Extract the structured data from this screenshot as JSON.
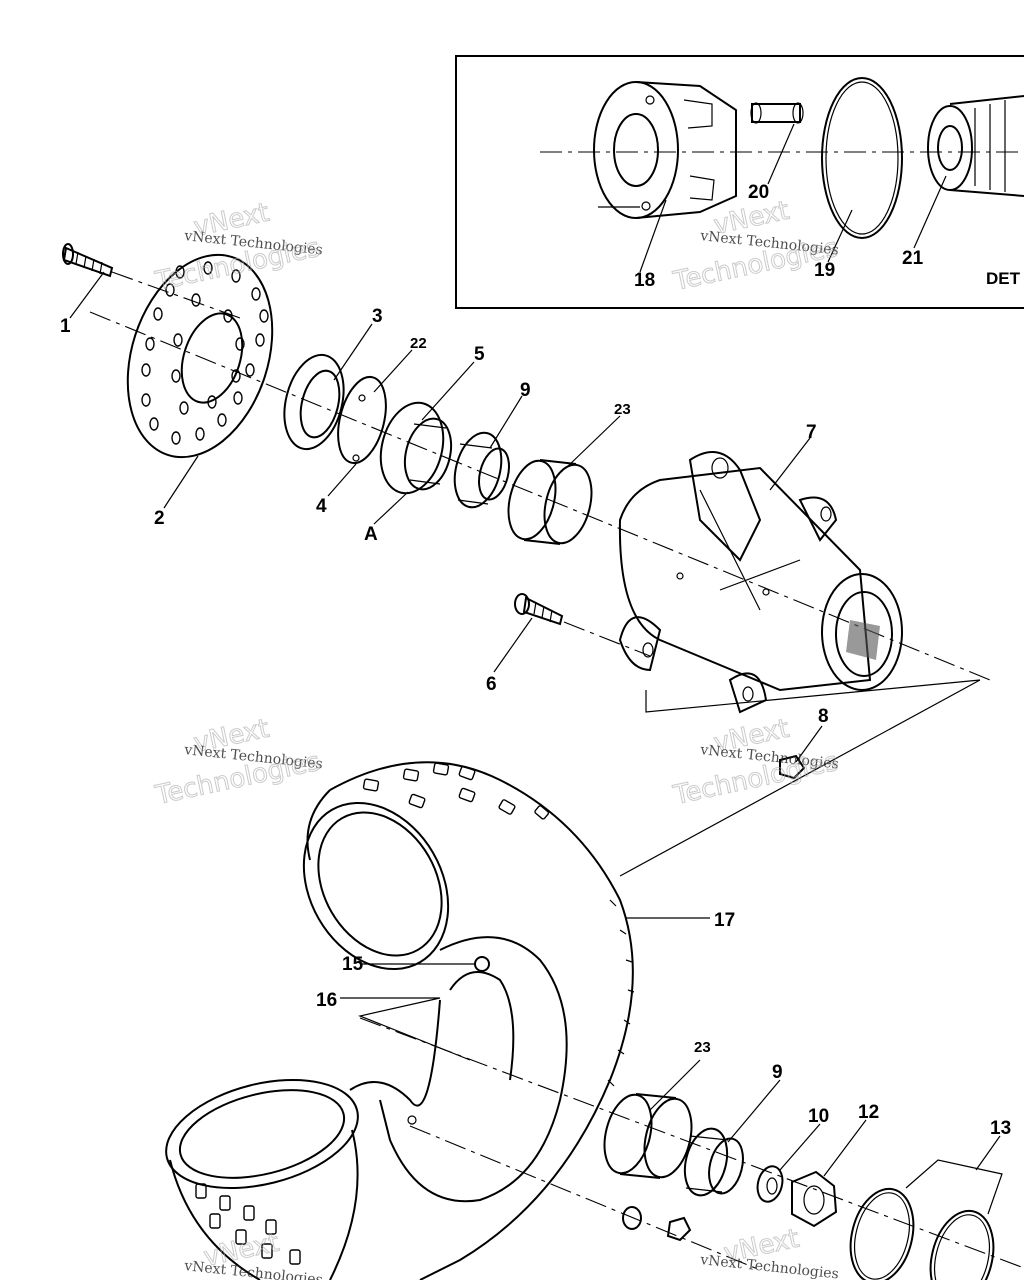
{
  "diagram": {
    "detail_box_label": "DET",
    "callouts": {
      "c1": "1",
      "c2": "2",
      "c3": "3",
      "c4": "4",
      "c5": "5",
      "c6": "6",
      "c7": "7",
      "c8": "8",
      "c9_top": "9",
      "c9_bottom": "9",
      "c10": "10",
      "c12": "12",
      "c13": "13",
      "c15": "15",
      "c16": "16",
      "c17": "17",
      "c18": "18",
      "c19": "19",
      "c20": "20",
      "c21": "21",
      "c22": "22",
      "c23_top": "23",
      "c23_bottom": "23",
      "cA": "A"
    },
    "watermark": {
      "line1": "vNext Technologies",
      "big1": "vNext",
      "big2": "Technologies"
    }
  }
}
